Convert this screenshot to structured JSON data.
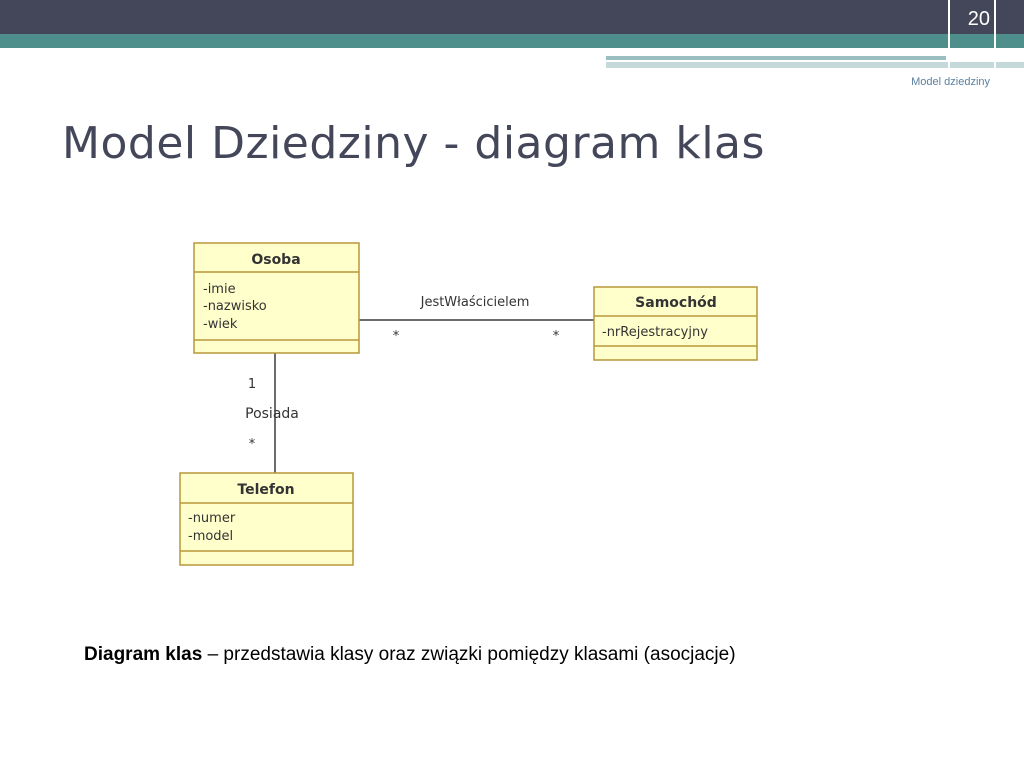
{
  "slide": {
    "number": "20",
    "footer_label": "Model dziedziny",
    "title": "Model Dziedziny - diagram klas"
  },
  "diagram": {
    "classes": [
      {
        "id": "osoba",
        "name": "Osoba",
        "attributes": [
          "-imie",
          "-nazwisko",
          "-wiek"
        ]
      },
      {
        "id": "samochod",
        "name": "Samochód",
        "attributes": [
          "-nrRejestracyjny"
        ]
      },
      {
        "id": "telefon",
        "name": "Telefon",
        "attributes": [
          "-numer",
          "-model"
        ]
      }
    ],
    "associations": [
      {
        "name": "JestWłaścicielem",
        "from_multiplicity": "*",
        "to_multiplicity": "*"
      },
      {
        "name": "Posiada",
        "from_multiplicity": "1",
        "to_multiplicity": "*"
      }
    ]
  },
  "caption": {
    "term": "Diagram klas",
    "text": " – przedstawia klasy oraz związki pomiędzy klasami (asocjacje)"
  },
  "colors": {
    "header_bar": "#44475a",
    "teal_band": "#4e8f8c",
    "class_fill": "#ffffcc",
    "class_border": "#b8973a"
  }
}
